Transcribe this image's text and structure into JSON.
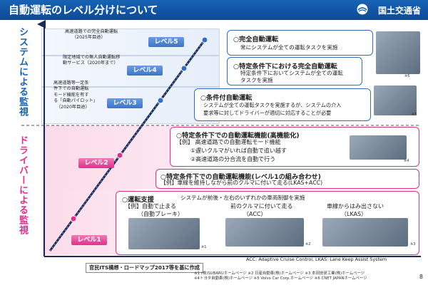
{
  "header": {
    "title": "自動運転のレベル分けについて",
    "ministry": "国土交通省"
  },
  "axis": {
    "system": "システムによる監視",
    "driver": "ドライバーによる監視"
  },
  "levels": {
    "l5": "レベル5",
    "l4": "レベル4",
    "l3": "レベル3",
    "l2": "レベル2",
    "l1": "レベル1"
  },
  "notes": {
    "n5_line1": "高速道路での完全自動運転",
    "n5_line2": "（2025年目途）",
    "n4_line1": "限定地域での無人自動運転移",
    "n4_line2": "動サービス（2020年まで）",
    "n3_line1": "高速道路等一定条",
    "n3_line2": "件下での自動運転",
    "n3_line3": "モード機能を有す",
    "n3_line4": "る「自動パイロット」",
    "n3_line5": "（2020年目途）"
  },
  "cards": {
    "c5": {
      "head": "○完全自動運転",
      "body1": "常にシステムが全ての運転タスクを実施"
    },
    "c4": {
      "head": "○特定条件下における完全自動運転",
      "body1": "特定条件下においてシステムが全ての運転",
      "body2": "タスクを実施"
    },
    "c3": {
      "head": "○条件付自動運転",
      "body1": "システムが全ての運転タスクを実施するが、システムの介入",
      "body2": "要求等に対してドライバーが適切に対応することが必要"
    },
    "c2a": {
      "head": "○特定条件下での自動運転機能(高機能化)",
      "body1": "【例】 高速道路での自動運転モード機能",
      "body2": "①遅いクルマがいれば自動で追い越す",
      "body3": "②高速道路の分合流を自動で行う"
    },
    "c2b": {
      "head": "○特定条件下での自動運転機能(レベル1の組み合わせ)",
      "body1": "【例】車線を維持しながら前のクルマに付いて走る(LKAS+ACC)"
    },
    "c1": {
      "head": "○運転支援",
      "desc": "システムが前後・左右のいずれかの車両制御を実施",
      "ex1a": "【例】自動で止まる",
      "ex1b": "（自動ブレーキ）",
      "ex2a": "前のクルマに付いて走る",
      "ex2b": "（ACC）",
      "ex3a": "車線からはみ出さない",
      "ex3b": "（LKAS）"
    }
  },
  "photo_refs": {
    "p6a": "※6",
    "p6b": "※6",
    "p5": "※5",
    "p4": "※4",
    "p1": "※1",
    "p2": "※2",
    "p3": "※3"
  },
  "footer": {
    "source": "官民ITS構想・ロードマップ2017等を基に作成",
    "acc_note": "ACC: Adaptive Cruise Control,  LKAS: Lane Keep Assist System",
    "credit1": "※1 (株)SUBARUホームページ  ※2 日産自動車(株)ホームページ  ※3 本田技研工業(株)ホームページ",
    "credit2": "※4トヨタ自動車(株)ホームページ  ※5 Volvo Car Corp.ホームページ  ※6 CNET JAPANホームページ",
    "page": "8"
  },
  "colors": {
    "blue": "#1763b5",
    "pink": "#e0308a",
    "line_dark": "#1b2a55"
  }
}
